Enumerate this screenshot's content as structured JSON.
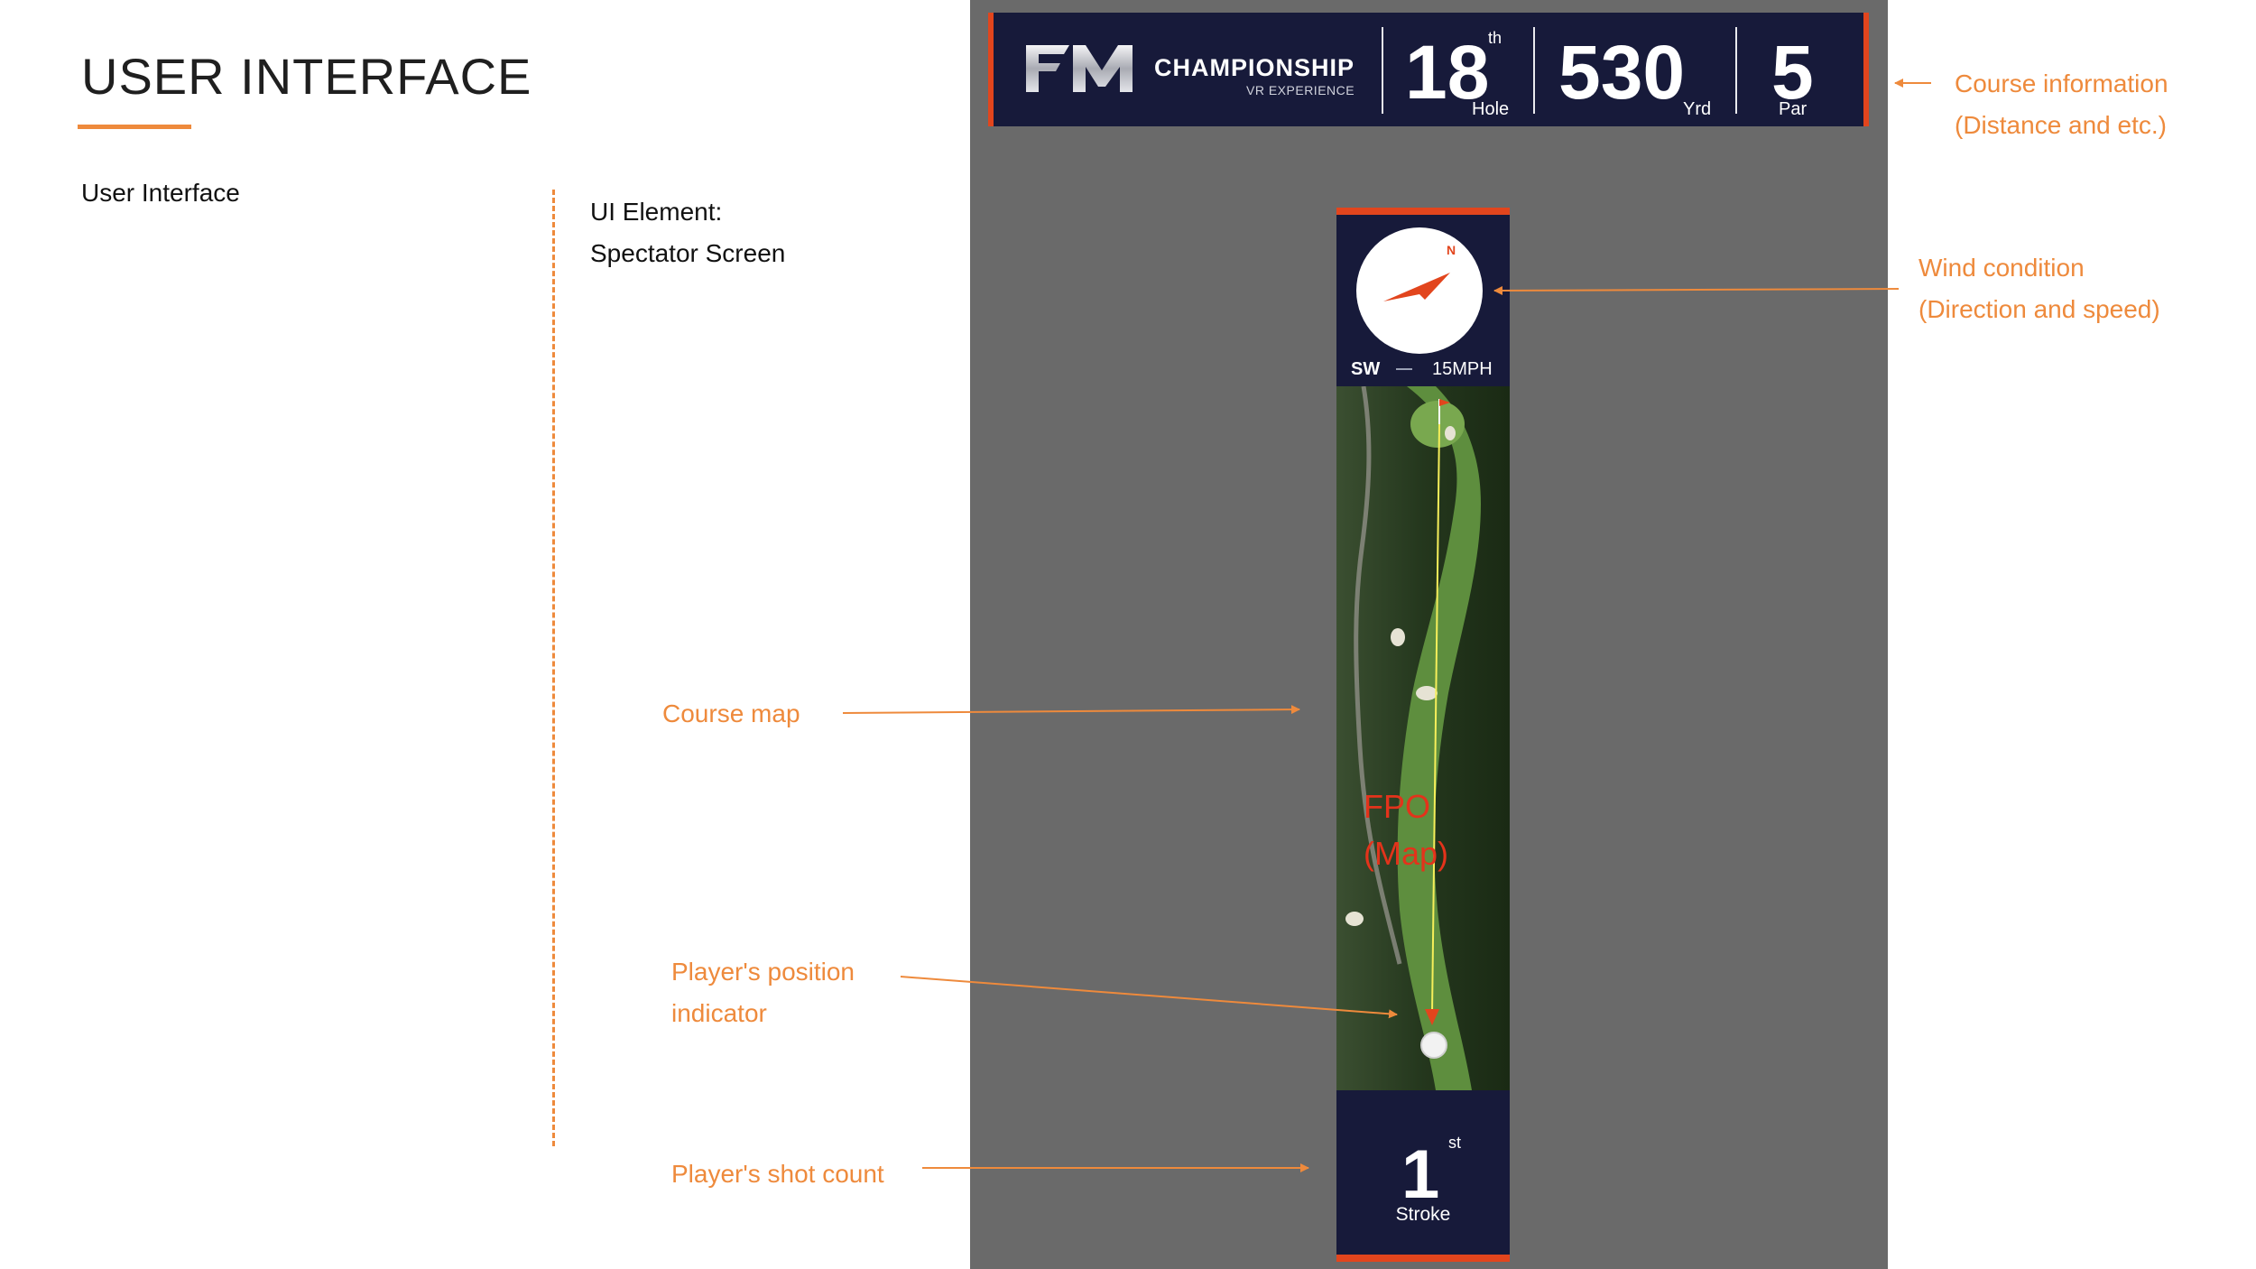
{
  "slide": {
    "title": "USER INTERFACE",
    "section_label": "User Interface",
    "ui_element_line1": "UI Element:",
    "ui_element_line2": "Spectator Screen"
  },
  "banner": {
    "logo": "FM",
    "championship": "CHAMPIONSHIP",
    "vr_experience": "VR EXPERIENCE",
    "hole_number": "18",
    "hole_suffix": "th",
    "hole_label": "Hole",
    "yardage": "530",
    "yardage_label": "Yrd",
    "par": "5",
    "par_label": "Par"
  },
  "wind": {
    "compass_north": "N",
    "direction": "SW",
    "speed": "15MPH"
  },
  "map": {
    "placeholder_line1": "FPO",
    "placeholder_line2": "(Map)"
  },
  "stroke": {
    "number": "1",
    "suffix": "st",
    "label": "Stroke"
  },
  "annotations": {
    "course_info_line1": "Course information",
    "course_info_line2": "(Distance and etc.)",
    "wind_line1": "Wind condition",
    "wind_line2": "(Direction and speed)",
    "course_map": "Course map",
    "player_position_line1": "Player's position",
    "player_position_line2": "indicator",
    "shot_count": "Player's shot count"
  },
  "colors": {
    "accent_orange": "#ee8a3c",
    "banner_navy": "#171a3a",
    "accent_red": "#e2451d",
    "screen_gray": "#6a6a6a"
  }
}
